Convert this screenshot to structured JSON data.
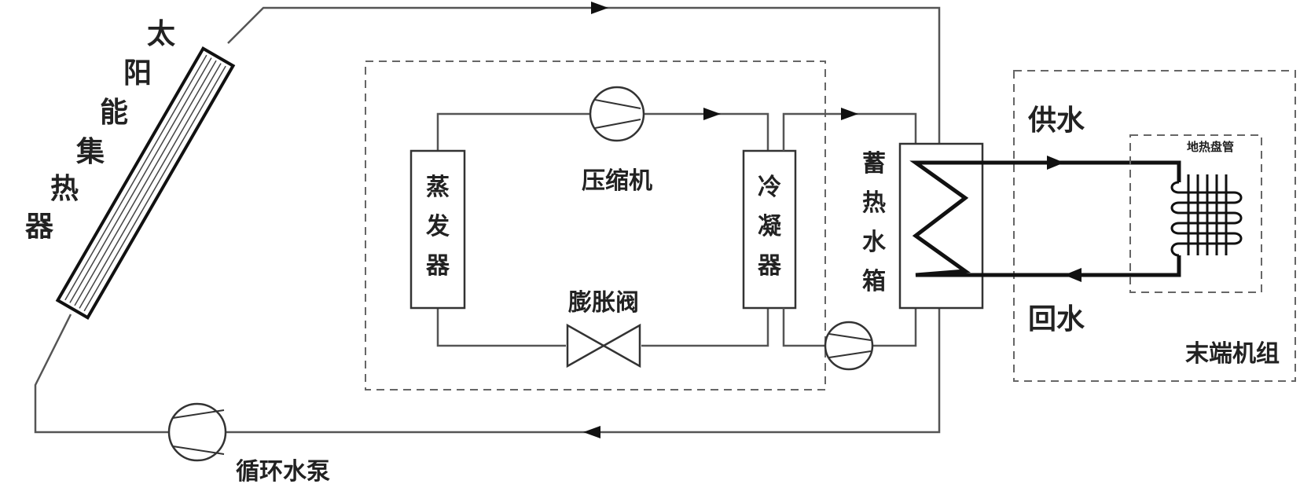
{
  "labels": {
    "solar_collector": [
      "太",
      "阳",
      "能",
      "集",
      "热",
      "器"
    ],
    "evaporator": [
      "蒸",
      "发",
      "器"
    ],
    "compressor": "压缩机",
    "expansion_valve": "膨胀阀",
    "condenser": [
      "冷",
      "凝",
      "器"
    ],
    "storage_tank": [
      "蓄",
      "热",
      "水",
      "箱"
    ],
    "supply_water": "供水",
    "return_water": "回水",
    "floor_heating_coil": "地热盘管",
    "terminal_unit": "末端机组",
    "circulation_pump": "循环水泵"
  }
}
